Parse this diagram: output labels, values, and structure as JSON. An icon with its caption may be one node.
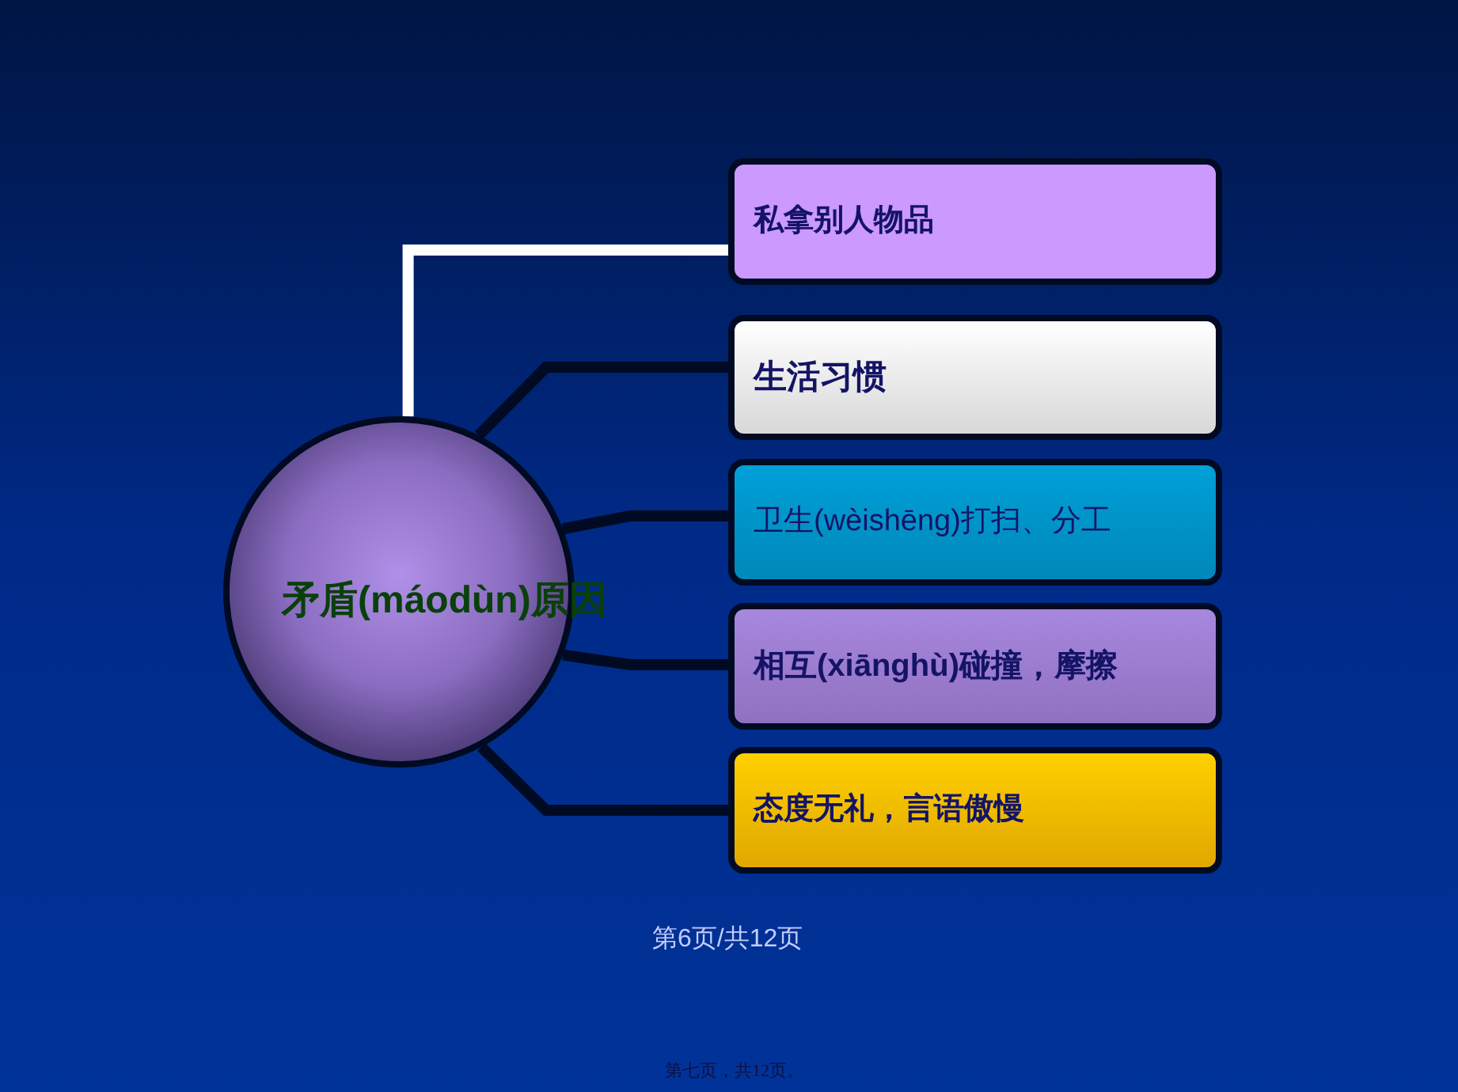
{
  "diagram": {
    "nodes": [
      {
        "text": [
          "矛盾(máodùn)原因"
        ]
      },
      {
        "text": [
          "私拿别人物品"
        ]
      },
      {
        "text": [
          "生活习惯"
        ]
      },
      {
        "text": [
          "卫生(wèishēng)打扫、分工"
        ]
      },
      {
        "text": [
          "相互(xiānghù)碰撞，摩擦"
        ]
      },
      {
        "text": [
          "态度无礼，言语傲慢"
        ]
      }
    ],
    "edges": [
      {
        "from": 0,
        "to": 1,
        "arrow": "none",
        "color": "#ffffff"
      },
      {
        "from": 0,
        "to": 2,
        "arrow": "none"
      },
      {
        "from": 0,
        "to": 3,
        "arrow": "none"
      },
      {
        "from": 0,
        "to": 4,
        "arrow": "none"
      },
      {
        "from": 0,
        "to": 5,
        "arrow": "none"
      }
    ],
    "labels": [
      "第6页/共12页",
      "第七页，共12页。"
    ]
  }
}
